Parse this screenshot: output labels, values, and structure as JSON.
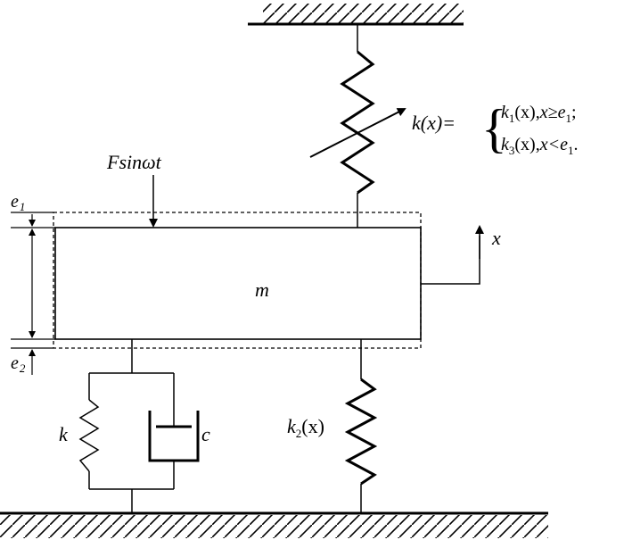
{
  "labels": {
    "mass": "m",
    "force": "Fsinωt",
    "axis": "x",
    "e1": "e",
    "e1_sub": "1",
    "e2": "e",
    "e2_sub": "2",
    "damper_spring": "k",
    "damper": "c"
  },
  "lower_spring": {
    "k": "k",
    "sub": "2",
    "arg": "(x)"
  },
  "piecewise": {
    "lhs": "k(x)=",
    "case1": {
      "k": "k",
      "sub": "1",
      "arg": "(x),",
      "cond": "x≥e",
      "cond_sub": "1",
      "end": ";"
    },
    "case2": {
      "k": "k",
      "sub": "3",
      "arg": "(x),",
      "cond": "x<e",
      "cond_sub": "1",
      "end": "."
    }
  }
}
